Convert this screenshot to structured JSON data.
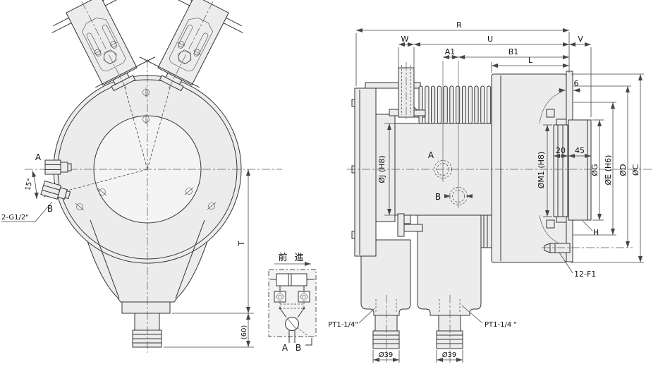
{
  "drawing": {
    "title_semantic": "rotary-hydraulic-cylinder-technical-drawing",
    "front_view": {
      "port_a_label": "A",
      "port_b_label": "B",
      "angle_label": "15°",
      "thread_label": "2-G1/2\"",
      "height_label": "T",
      "offset_label": "(60)"
    },
    "side_view": {
      "dim_r": "R",
      "dim_w": "W",
      "dim_u": "U",
      "dim_v": "V",
      "dim_a1": "A1",
      "dim_b1": "B1",
      "dim_l": "L",
      "dim_6": "6",
      "dim_20": "20",
      "dim_45": "45",
      "dim_h": "H",
      "dia_j": "ØJ (H8)",
      "dia_m1": "ØM1 (H8)",
      "dia_g": "ØG",
      "dia_e": "ØE (H6)",
      "dia_d": "ØD",
      "dia_c": "ØC",
      "bolt_label": "12-F1",
      "port_a_label": "A",
      "port_b_label": "B",
      "pt_left": "PT1-1/4\"",
      "pt_right": "PT1-1/4 \"",
      "dia39_left": "Ø39",
      "dia39_right": "Ø39"
    },
    "schematic": {
      "title": "前 進",
      "port_a": "A",
      "port_b": "B"
    },
    "colors": {
      "line": "#333333",
      "fill": "#ececec",
      "background": "#ffffff"
    }
  }
}
